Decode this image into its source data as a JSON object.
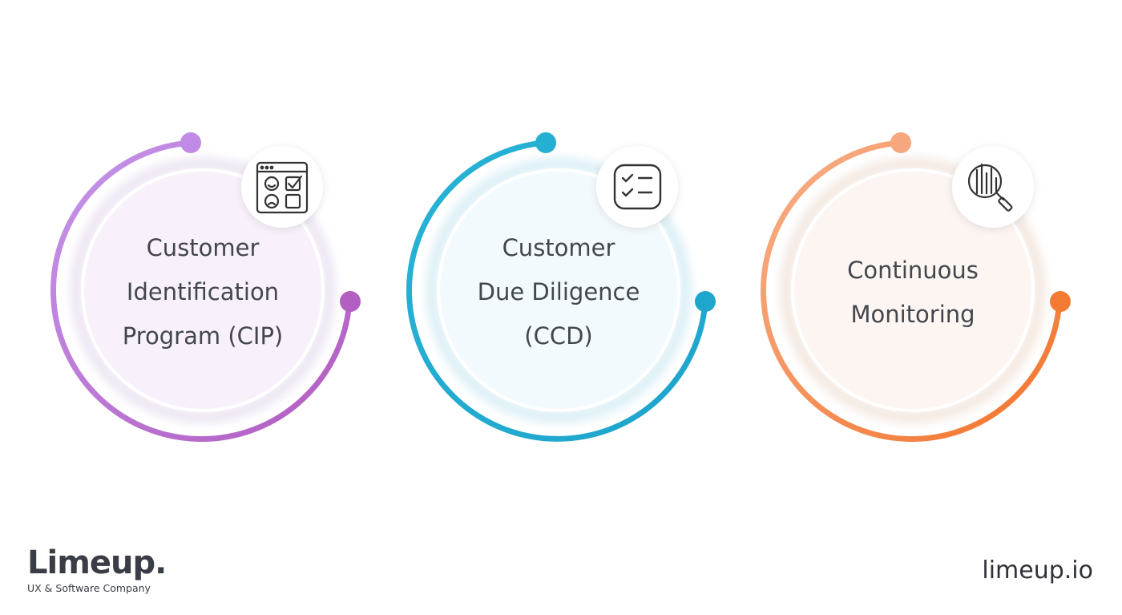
{
  "steps": [
    {
      "id": "cip",
      "label_lines": [
        "Customer",
        "Identification",
        "Program (CIP)"
      ],
      "icon": "face-rating-checklist-icon",
      "color_start": "#c08be6",
      "color_end": "#b35fc2",
      "inner_tint": "#f8f0fb"
    },
    {
      "id": "ccd",
      "label_lines": [
        "Customer",
        "Due Diligence",
        "(CCD)"
      ],
      "icon": "checklist-icon",
      "color_start": "#24afd3",
      "color_end": "#1fa6cc",
      "inner_tint": "#f1f9fc"
    },
    {
      "id": "cm",
      "label_lines": [
        "Continuous",
        "Monitoring"
      ],
      "icon": "chart-magnifier-icon",
      "color_start": "#f6a77e",
      "color_end": "#f37a32",
      "inner_tint": "#fbf3ef"
    }
  ],
  "brand": {
    "name": "Limeup.",
    "tagline": "UX & Software Company"
  },
  "website": "limeup.io"
}
